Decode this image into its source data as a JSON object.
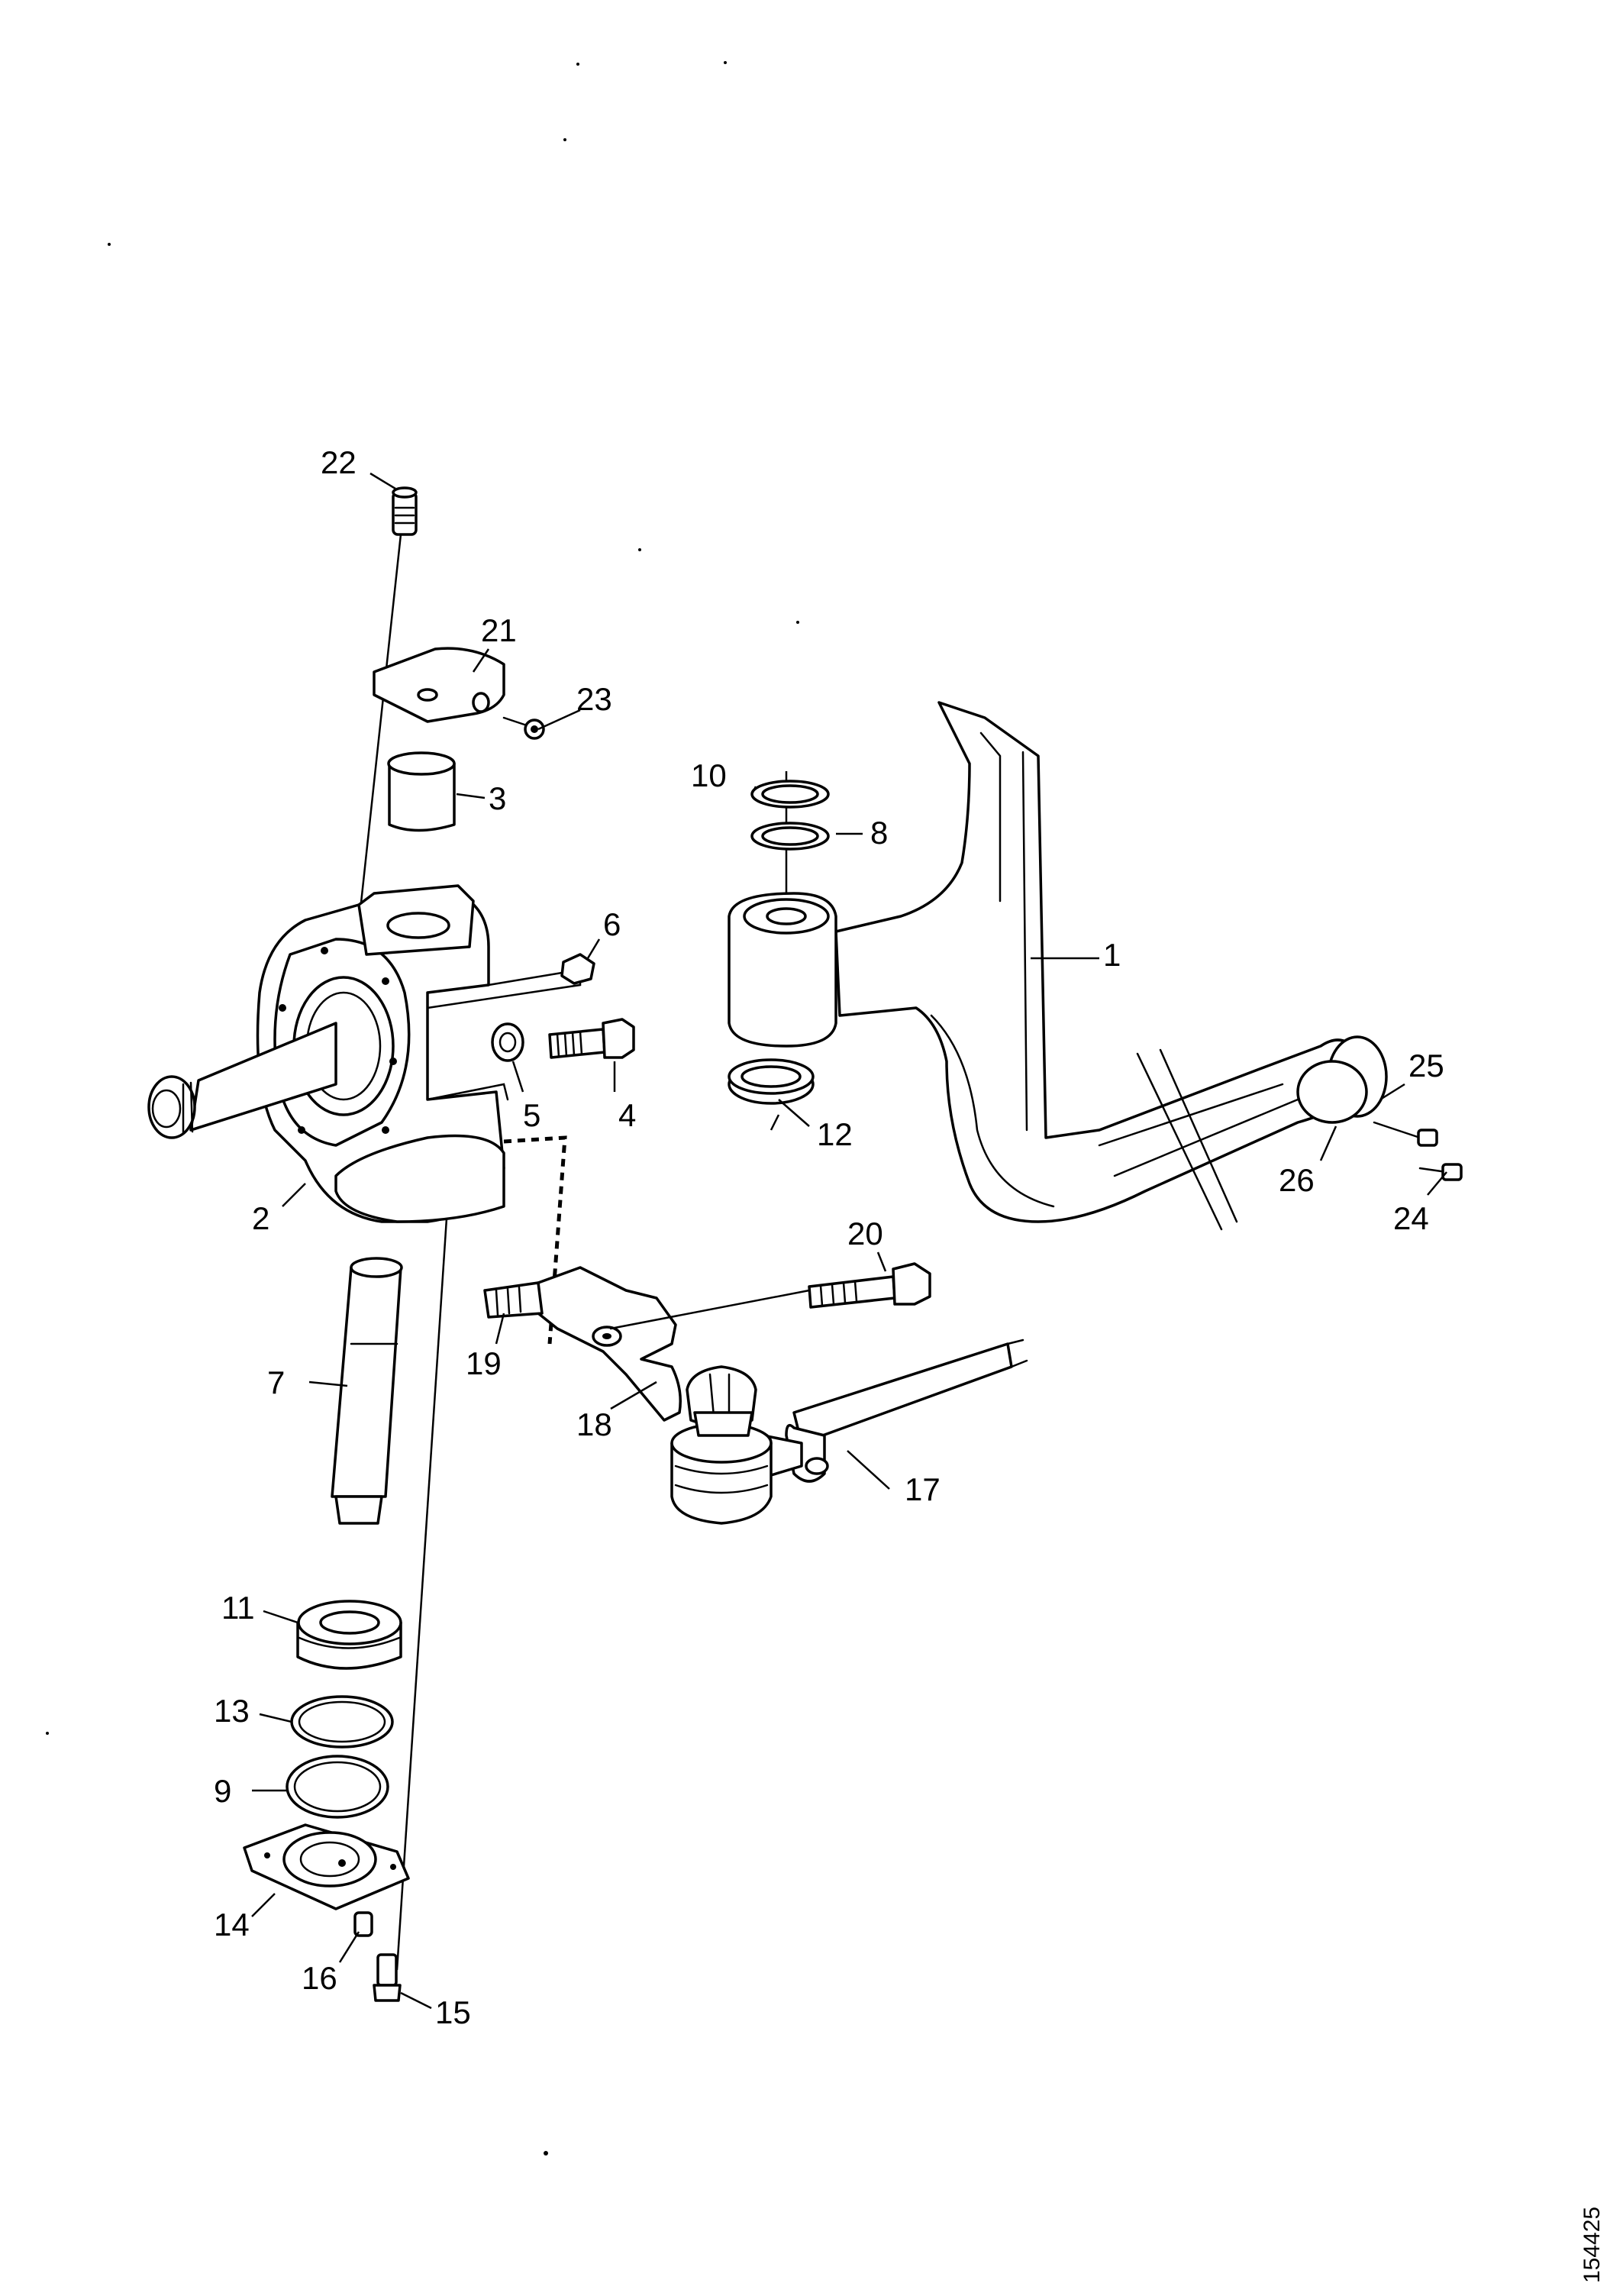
{
  "callouts": {
    "c1": "1",
    "c2": "2",
    "c3": "3",
    "c4": "4",
    "c5": "5",
    "c6": "6",
    "c7": "7",
    "c8": "8",
    "c9": "9",
    "c10": "10",
    "c11": "11",
    "c12": "12",
    "c13": "13",
    "c14": "14",
    "c15": "15",
    "c16": "16",
    "c17": "17",
    "c18": "18",
    "c19": "19",
    "c20": "20",
    "c21": "21",
    "c22": "22",
    "c23": "23",
    "c24": "24",
    "c25": "25",
    "c26": "26"
  },
  "document_number": "154425"
}
